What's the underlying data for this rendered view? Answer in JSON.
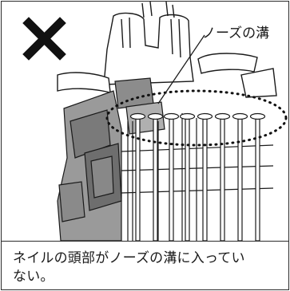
{
  "figure": {
    "callout_label": "ノーズの溝",
    "mark": "incorrect",
    "mark_icon": "cross-icon",
    "colors": {
      "line": "#1a1a1a",
      "tool_gray": "#9a9a9a",
      "tool_dark": "#6e6e6e"
    }
  },
  "caption": {
    "text": "ネイルの頭部がノーズの溝に入っていない。"
  }
}
